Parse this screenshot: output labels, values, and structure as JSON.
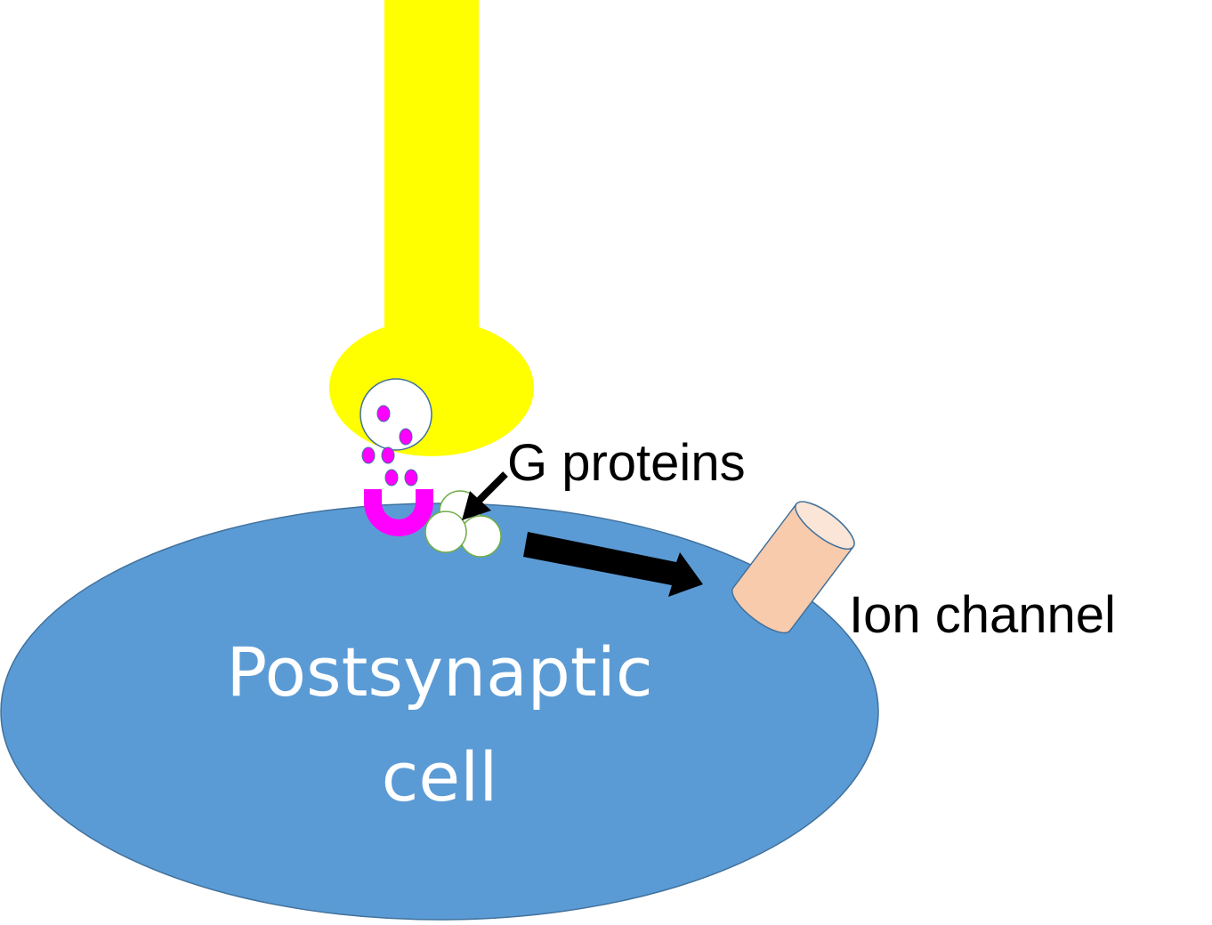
{
  "labels": {
    "g_proteins": "G proteins",
    "ion_channel": "Ion channel",
    "cell_line1": "Postsynaptic",
    "cell_line2": "cell"
  },
  "colors": {
    "background": "#ffffff",
    "axon_terminal": "#ffff00",
    "postsynaptic_cell": "#5b9bd5",
    "cell_outline": "#41719c",
    "receptor": "#ff00ff",
    "neurotransmitter": "#ff00ff",
    "vesicle_fill": "#ffffff",
    "vesicle_outline": "#41719c",
    "g_protein_fill": "#ffffff",
    "g_protein_outline": "#70ad47",
    "ion_channel_fill": "#f8cbad",
    "ion_channel_outline": "#41719c",
    "arrow": "#000000"
  },
  "icons": {
    "axon": "presynaptic-axon-terminal",
    "vesicle": "synaptic-vesicle",
    "receptor": "u-shaped-receptor",
    "g_proteins": "g-protein-circles",
    "ion_channel": "cylinder-ion-channel",
    "arrow": "signal-arrow"
  }
}
